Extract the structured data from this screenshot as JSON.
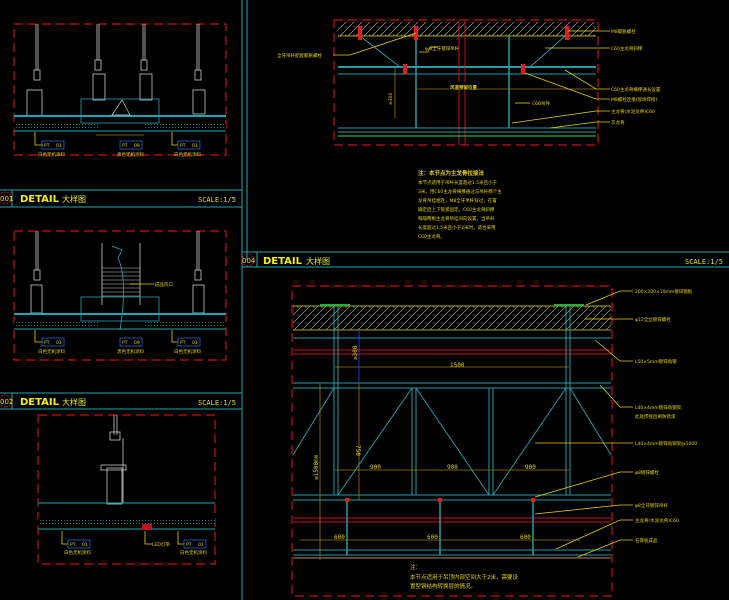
{
  "drawing": {
    "theme": {
      "background": "#000000",
      "frame": "#1fa7b0",
      "hidden_line": "#c0131a",
      "annotation": "#e6d200",
      "steel": "#2a9aa8",
      "hanger": "#c8c8c8"
    },
    "panels": [
      {
        "id": "001",
        "title": "DETAIL",
        "subtitle": "大样图",
        "scale": "SCALE:1/5",
        "labels": [
          "白色无机涂料",
          "黑色无机涂料",
          "白色无机涂料"
        ],
        "tags": [
          [
            "PT",
            "01"
          ],
          [
            "PT",
            "09"
          ],
          [
            "PT",
            "01"
          ]
        ]
      },
      {
        "id": "002",
        "title": "DETAIL",
        "subtitle": "大样图",
        "scale": "SCALE:1/5",
        "callout": "成品风口",
        "labels": [
          "白色无机涂料",
          "黑色无机涂料",
          "白色无机涂料"
        ],
        "tags": [
          [
            "PT",
            "01"
          ],
          [
            "PT",
            "09"
          ],
          [
            "PT",
            "01"
          ]
        ]
      },
      {
        "id": "003",
        "labels": [
          "白色无机涂料",
          "LED灯带",
          "白色无机涂料"
        ],
        "tags": [
          [
            "PT",
            "01"
          ],
          [
            "PT",
            "01"
          ]
        ]
      },
      {
        "id": "top-right",
        "left_label": "全牙吊杆配套膨胀螺栓",
        "labels": [
          "φ 8全牙镀锌吊杆",
          "M8膨胀螺栓",
          "C60主龙骨斜撑",
          "C60主龙骨横撑通长设置",
          "M8螺栓连接(现场焊接)",
          "C60吊件",
          "主龙骨(水泥龙骨)C60",
          "次龙骨"
        ],
        "tag": "风道预留位置",
        "vertical_dim": "≥300",
        "note_title": "注：本节点为主龙骨拉接法",
        "note_lines": [
          "本节点适用于吊杆长度超过1.5米且小于",
          "3米。用C60主龙骨横撑通过与吊杆两个主",
          "龙骨吊挂相连，M8全牙吊杆穿过，在置",
          "确定后上下锁紧固定。C60主龙骨斜撑",
          "每隔两根主龙骨吊挂间向设置，当吊杆",
          "长度超过1.5米且小于2米时，适合采用",
          "C60主龙骨。"
        ]
      },
      {
        "id": "004",
        "title": "DETAIL",
        "subtitle": "大样图",
        "scale": "SCALE:1/5",
        "labels": [
          "200×200×10mm镀锌钢板",
          "φ12全丝镀锌螺栓",
          "L50×5mm镀锌角钢",
          "L40×4mm镀锌角钢架,",
          "此处焊接后刷防锈漆",
          "L40×4mm镀锌角钢架@1000",
          "φ8镀锌螺栓",
          "φ8全牙镀锌吊杆",
          "主龙骨(水泥龙骨)C60",
          "石膏板成品"
        ],
        "dims": {
          "h1": "1500",
          "v1": "≥300",
          "v2": "750",
          "v3": "≤1500mm",
          "truss": [
            "900",
            "900",
            "900"
          ],
          "bottom": [
            "600",
            "600",
            "600"
          ]
        },
        "note_title": "注：",
        "note_lines": [
          "本节点适用于吊顶内部空间大于2米，需要设",
          "置型钢结构转换层的情况。"
        ]
      }
    ]
  }
}
